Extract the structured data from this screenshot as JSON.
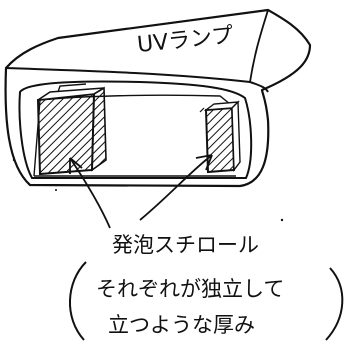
{
  "diagram": {
    "lamp_label": "UVランプ",
    "foam_label": "発泡スチロール",
    "note_line1": "それぞれが独立して",
    "note_line2": "立つような厚み",
    "ink_color": "#111111",
    "background_color": "#ffffff"
  }
}
